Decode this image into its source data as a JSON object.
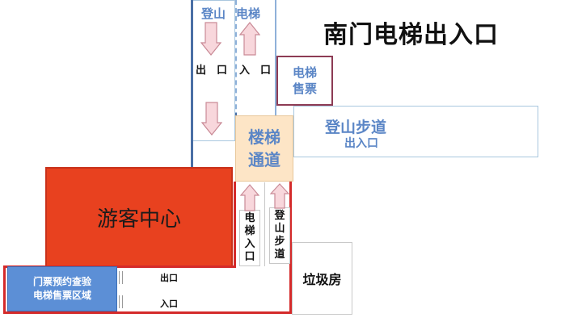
{
  "title": "南门电梯出入口",
  "top_corridor": {
    "left_label": "登山",
    "right_label": "电梯",
    "exit_label": "出　口",
    "entrance_label": "入　口"
  },
  "elevator_ticket": {
    "line1": "电梯",
    "line2": "售票"
  },
  "stairs": {
    "line1": "楼梯",
    "line2": "通道"
  },
  "hiking_path": {
    "title": "登山步道",
    "subtitle": "出入口"
  },
  "visitor_center": {
    "label": "游客中心"
  },
  "elevator_entrance": {
    "chars": [
      "电",
      "梯",
      "入",
      "口"
    ]
  },
  "hiking_entrance": {
    "chars": [
      "登",
      "山",
      "步",
      "道"
    ]
  },
  "ticket_area": {
    "line1": "门票预约查验",
    "line2": "电梯售票区域"
  },
  "lane_labels": {
    "exit": "出口",
    "entrance": "入口"
  },
  "garbage_room": {
    "label": "垃圾房"
  },
  "colors": {
    "blue_text": "#5b86c6",
    "visitor_center": "#e8411f",
    "ticket_area": "#5c8fd6",
    "stairs_fill": "#fde5c6",
    "boundary_red": "#d42a2a",
    "arrow_fill": "#f8d7dc",
    "arrow_stroke": "#c98a96"
  }
}
